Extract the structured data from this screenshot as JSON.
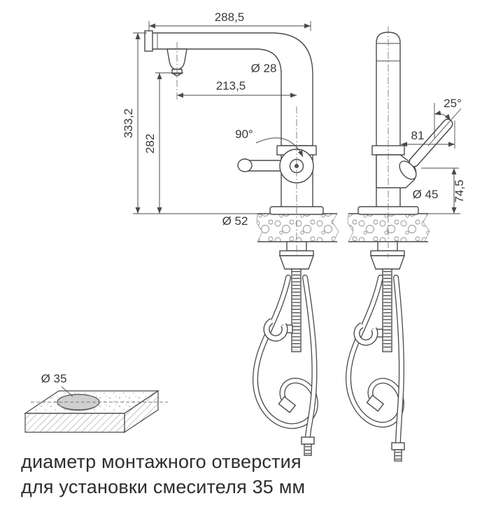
{
  "drawing": {
    "stroke_color": "#4a4a4a",
    "dimension_text_color": "#3a3a3a",
    "dimensions": {
      "top_width": "288,5",
      "spout_reach": "213,5",
      "total_height": "333,2",
      "spout_outlet_height": "282",
      "spout_diameter": "Ø 28",
      "swivel_angle": "90°",
      "handle_angle": "25°",
      "handle_length": "81",
      "body_diameter": "Ø 45",
      "handle_pivot_height": "74,5",
      "base_diameter": "Ø 52",
      "mounting_hole_diameter": "Ø 35"
    }
  },
  "caption": {
    "line1": "диаметр монтажного отверстия",
    "line2": "для установки смесителя 35 мм",
    "text_color": "#2e2e2e"
  }
}
